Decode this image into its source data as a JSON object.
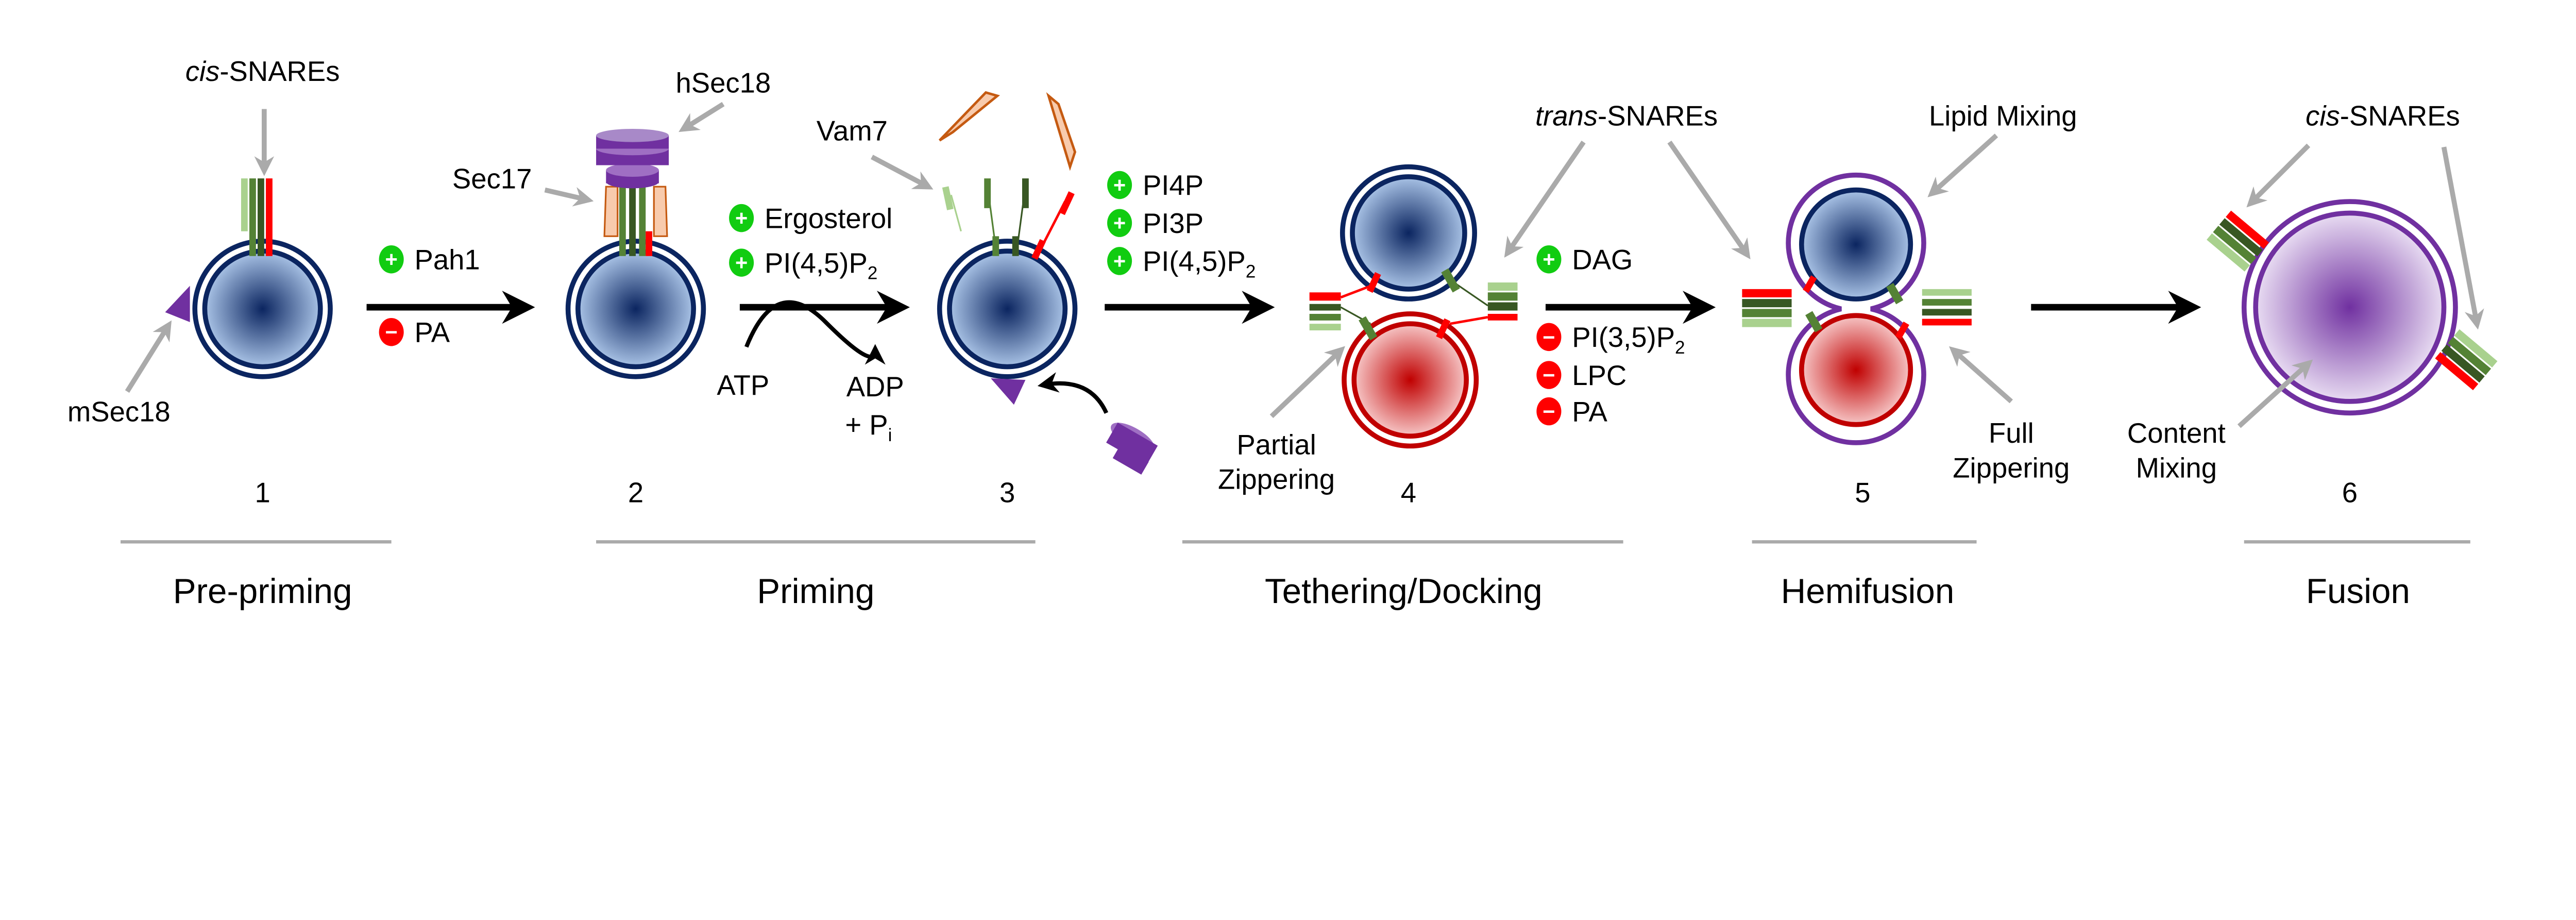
{
  "colors": {
    "membrane_blue": "#0b2560",
    "membrane_red": "#c00000",
    "membrane_purple": "#7030a0",
    "promote": "#11cc11",
    "inhibit": "#ff0000",
    "pointer_gray": "#aaaaaa",
    "snare_light": "#a9d18e",
    "snare_mid": "#548235",
    "snare_dark": "#385723",
    "snare_red": "#ff0000",
    "sec17": "#f8cbad",
    "sec18": "#7030a0"
  },
  "labels": {
    "cis_snares_left_prefix": "cis",
    "cis_snares_left_suffix": "-SNAREs",
    "msec18": "mSec18",
    "hsec18": "hSec18",
    "sec17": "Sec17",
    "vam7": "Vam7",
    "atp": "ATP",
    "adp": "ADP",
    "pi_prefix": "+ P",
    "pi_sub": "i",
    "trans_snares_prefix": "trans",
    "trans_snares_suffix": "-SNAREs",
    "partial_zippering_1": "Partial",
    "partial_zippering_2": "Zippering",
    "lipid_mixing": "Lipid Mixing",
    "full_zippering_1": "Full",
    "full_zippering_2": "Zippering",
    "content_mixing_1": "Content",
    "content_mixing_2": "Mixing",
    "cis_snares_right_prefix": "cis",
    "cis_snares_right_suffix": "-SNAREs"
  },
  "regulators": {
    "step1": [
      {
        "sign": "+",
        "effect": "promote",
        "text": "Pah1",
        "sub": ""
      },
      {
        "sign": "−",
        "effect": "inhibit",
        "text": "PA",
        "sub": ""
      }
    ],
    "step2": [
      {
        "sign": "+",
        "effect": "promote",
        "text": "Ergosterol",
        "sub": ""
      },
      {
        "sign": "+",
        "effect": "promote",
        "text": "PI(4,5)P",
        "sub": "2"
      }
    ],
    "step3": [
      {
        "sign": "+",
        "effect": "promote",
        "text": "PI4P",
        "sub": ""
      },
      {
        "sign": "+",
        "effect": "promote",
        "text": "PI3P",
        "sub": ""
      },
      {
        "sign": "+",
        "effect": "promote",
        "text": "PI(4,5)P",
        "sub": "2"
      }
    ],
    "step4_promote": [
      {
        "sign": "+",
        "effect": "promote",
        "text": "DAG",
        "sub": ""
      }
    ],
    "step4_inhibit": [
      {
        "sign": "−",
        "effect": "inhibit",
        "text": "PI(3,5)P",
        "sub": "2"
      },
      {
        "sign": "−",
        "effect": "inhibit",
        "text": "LPC",
        "sub": ""
      },
      {
        "sign": "−",
        "effect": "inhibit",
        "text": "PA",
        "sub": ""
      }
    ]
  },
  "steps": [
    {
      "number": "1"
    },
    {
      "number": "2"
    },
    {
      "number": "3"
    },
    {
      "number": "4"
    },
    {
      "number": "5"
    },
    {
      "number": "6"
    }
  ],
  "stages": [
    {
      "name": "Pre-priming"
    },
    {
      "name": "Priming"
    },
    {
      "name": "Tethering/Docking"
    },
    {
      "name": "Hemifusion"
    },
    {
      "name": "Fusion"
    }
  ]
}
